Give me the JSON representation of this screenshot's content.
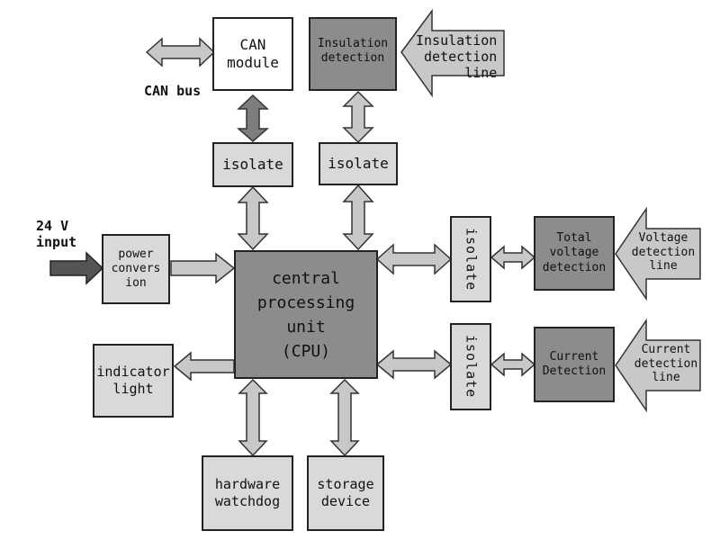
{
  "blocks": {
    "can_module": "CAN\nmodule",
    "insulation_detection": "Insulation\ndetection",
    "isolate_left": "isolate",
    "isolate_mid": "isolate",
    "power_conversion": "power\nconvers\nion",
    "cpu": "central\nprocessing\nunit\n(CPU)",
    "isolate_right_top": "isolate",
    "isolate_right_bottom": "isolate",
    "total_voltage_detection": "Total\nvoltage\ndetection",
    "current_detection": "Current\nDetection",
    "indicator_light": "indicator\nlight",
    "hardware_watchdog": "hardware\nwatchdog",
    "storage_device": "storage\ndevice"
  },
  "labels": {
    "can_bus": "CAN bus",
    "input": "24 V\ninput",
    "insulation_line": "Insulation\ndetection\nline",
    "voltage_line": "Voltage\ndetection\nline",
    "current_line": "Current\ndetection\nline"
  },
  "colors": {
    "light_block": "#d9d9d9",
    "dark_block": "#8c8c8c",
    "arrow_fill": "#c8c8c8",
    "arrow_stroke": "#333333",
    "input_arrow": "#555555"
  }
}
